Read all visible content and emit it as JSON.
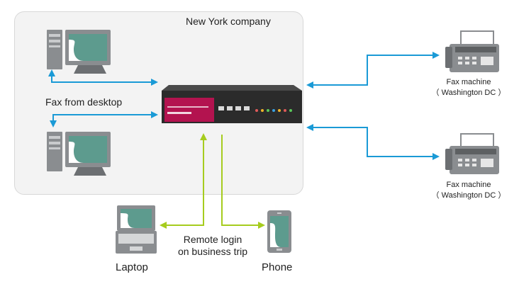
{
  "company_box": {
    "title": "New York company"
  },
  "desktop": {
    "label": "Fax from desktop"
  },
  "fax_top": {
    "line1": "Fax machine",
    "line2": "（ Washington DC ）"
  },
  "fax_bottom": {
    "line1": "Fax machine",
    "line2": "（ Washington DC ）"
  },
  "remote": {
    "line1": "Remote login",
    "line2": "on business trip"
  },
  "laptop": {
    "label": "Laptop"
  },
  "phone": {
    "label": "Phone"
  },
  "colors": {
    "blue_arrow": "#1a9ad6",
    "green_arrow": "#a6cc1e",
    "device_gray": "#8a8d90",
    "screen_green": "#5d9b8e",
    "router_red": "#b3134f"
  }
}
